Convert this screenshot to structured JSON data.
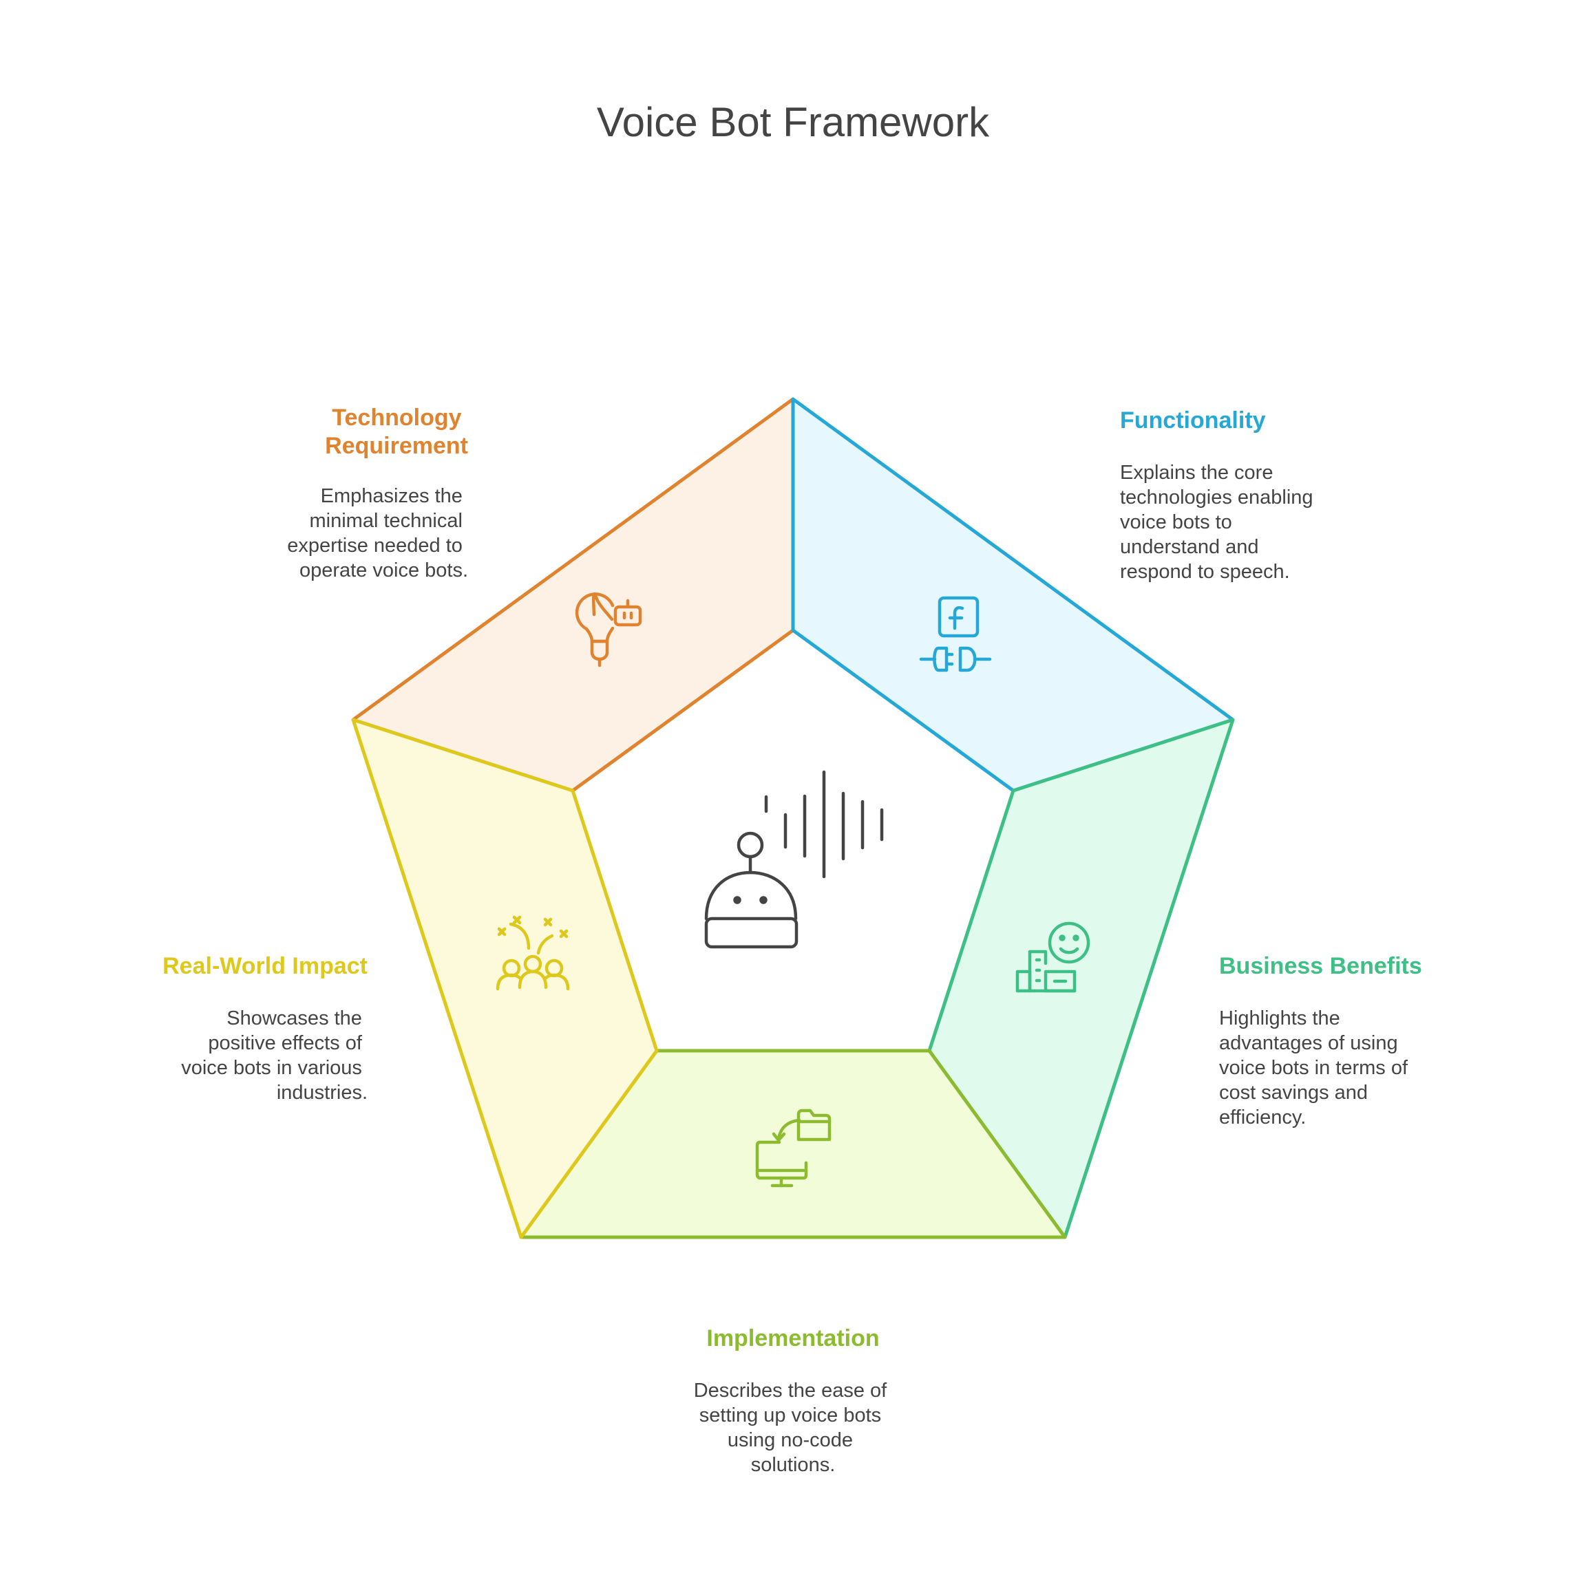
{
  "title": "Voice Bot Framework",
  "colors": {
    "technology": "#E0832F",
    "functionality": "#25A8D6",
    "business": "#3DBF85",
    "implementation": "#8DBB2F",
    "impact": "#DDC81B",
    "center_icon": "#444444",
    "text": "#444444"
  },
  "center": {
    "icon": "robot-voice-icon"
  },
  "segments": [
    {
      "id": "technology",
      "title_lines": [
        "Technology",
        "Requirement"
      ],
      "description_lines": [
        "Emphasizes the",
        "minimal technical",
        "expertise needed to",
        "operate voice bots."
      ],
      "icon": "lightbulb-robot-icon"
    },
    {
      "id": "functionality",
      "title_lines": [
        "Functionality"
      ],
      "description_lines": [
        "Explains the core",
        "technologies enabling",
        "voice bots to",
        "understand and",
        "respond to speech."
      ],
      "icon": "framework-plug-icon"
    },
    {
      "id": "business",
      "title_lines": [
        "Business Benefits"
      ],
      "description_lines": [
        "Highlights the",
        "advantages of using",
        "voice bots in terms of",
        "cost savings and",
        "efficiency."
      ],
      "icon": "smiling-business-icon"
    },
    {
      "id": "implementation",
      "title_lines": [
        "Implementation"
      ],
      "description_lines": [
        "Describes the ease of",
        "setting up voice bots",
        "using no-code",
        "solutions."
      ],
      "icon": "monitor-folder-icon"
    },
    {
      "id": "impact",
      "title_lines": [
        "Real-World Impact"
      ],
      "description_lines": [
        "Showcases the",
        "positive effects of",
        "voice bots in various",
        "industries."
      ],
      "icon": "people-celebration-icon"
    }
  ]
}
